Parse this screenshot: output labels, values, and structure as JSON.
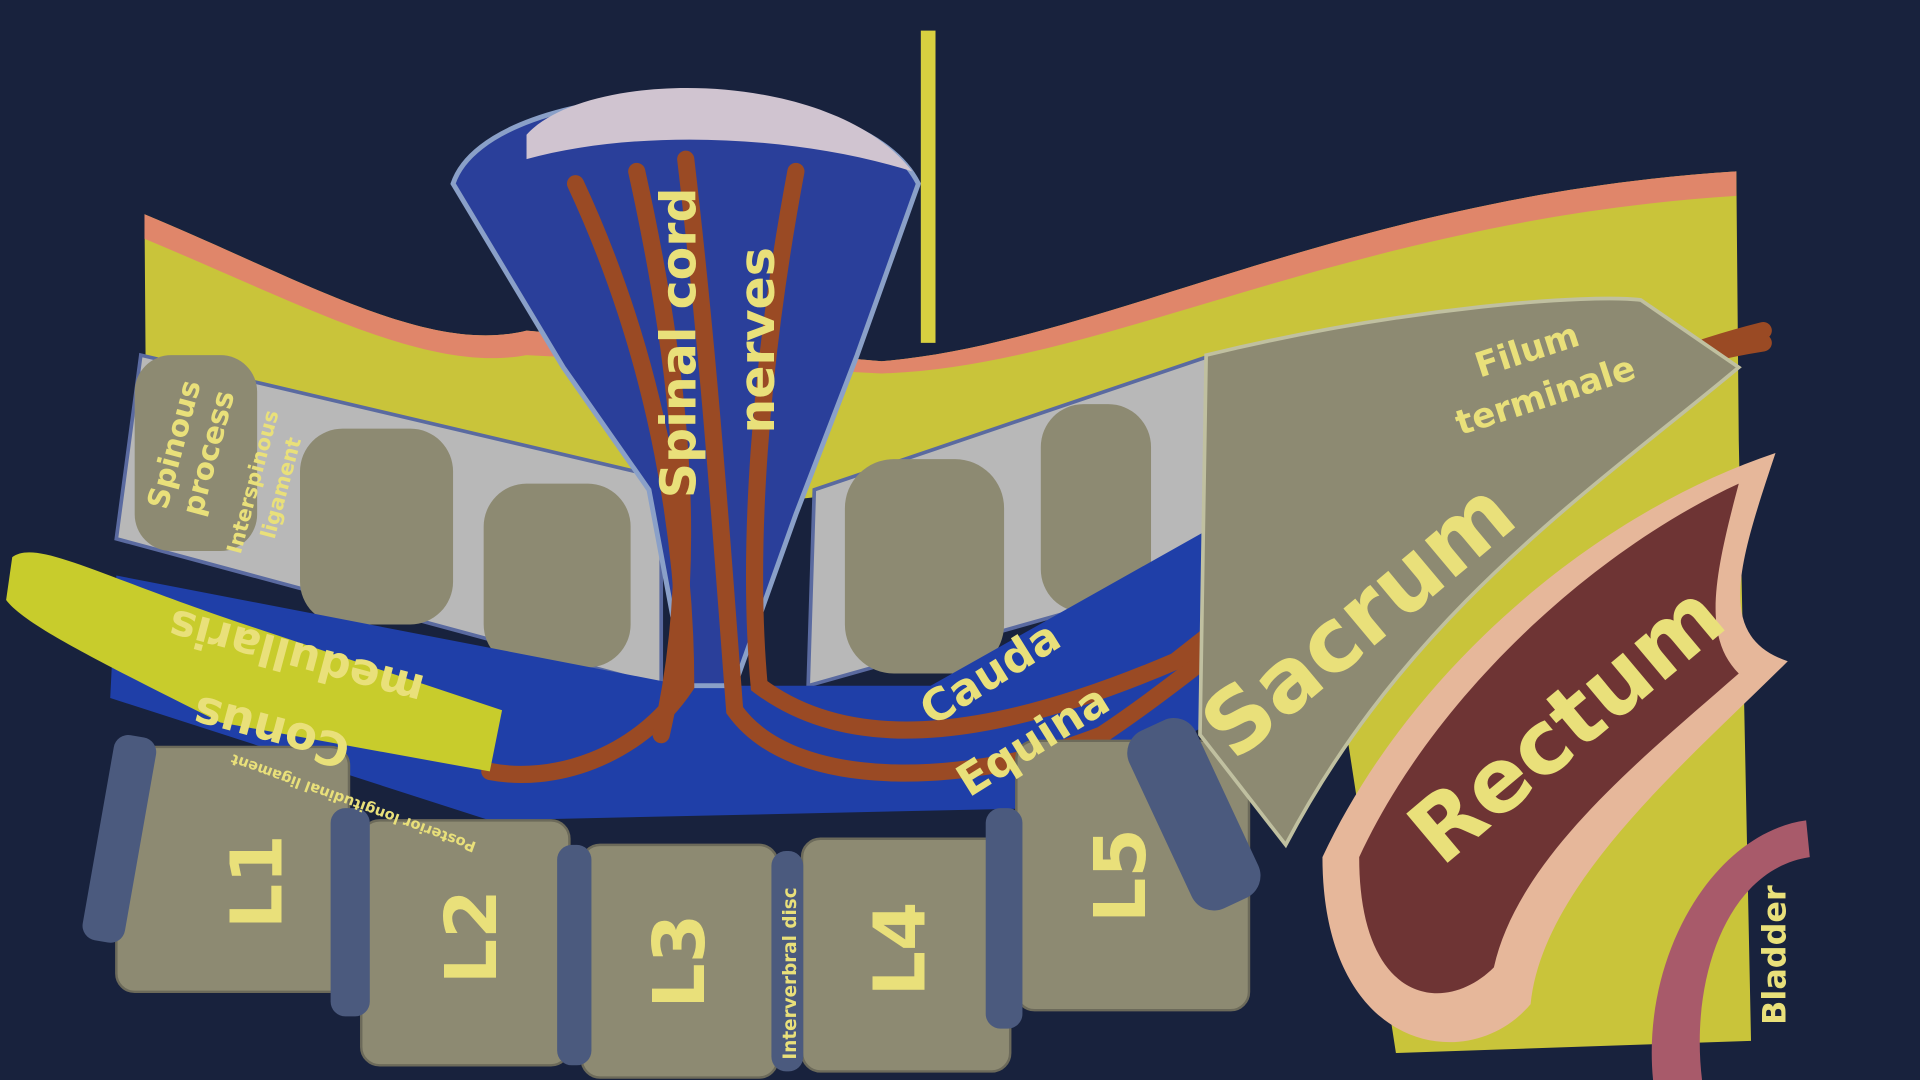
{
  "colors": {
    "background": "#18223d",
    "label": "#e9e07a",
    "fat": "#c9c43a",
    "skin": "#e0866a",
    "bone": "#8d8a72",
    "disc": "#4b5a7e",
    "csf": "#1f3fa8",
    "nerve": "#9a4a24",
    "conus": "#c8cc2c",
    "rectum": "#6e3434",
    "rectum_wall": "#e6b79a",
    "bladder": "#a85a6a"
  },
  "labels": {
    "spinal_cord": "Spinal cord",
    "nerves": "nerves",
    "spinous_1": "Spinous",
    "spinous_2": "process",
    "interspinous_1": "Interspinous",
    "interspinous_2": "ligament",
    "conus_1": "medullaris",
    "conus_2": "Conus",
    "cauda_1": "Cauda",
    "cauda_2": "Equina",
    "filum_1": "Filum",
    "filum_2": "terminale",
    "sacrum": "Sacrum",
    "rectum": "Rectum",
    "bladder": "Bladder",
    "l1": "L1",
    "l2": "L2",
    "l3": "L3",
    "l4": "L4",
    "l5": "L5",
    "disc": "Interverbral disc",
    "pll": "Posterior longitudinal ligament"
  }
}
